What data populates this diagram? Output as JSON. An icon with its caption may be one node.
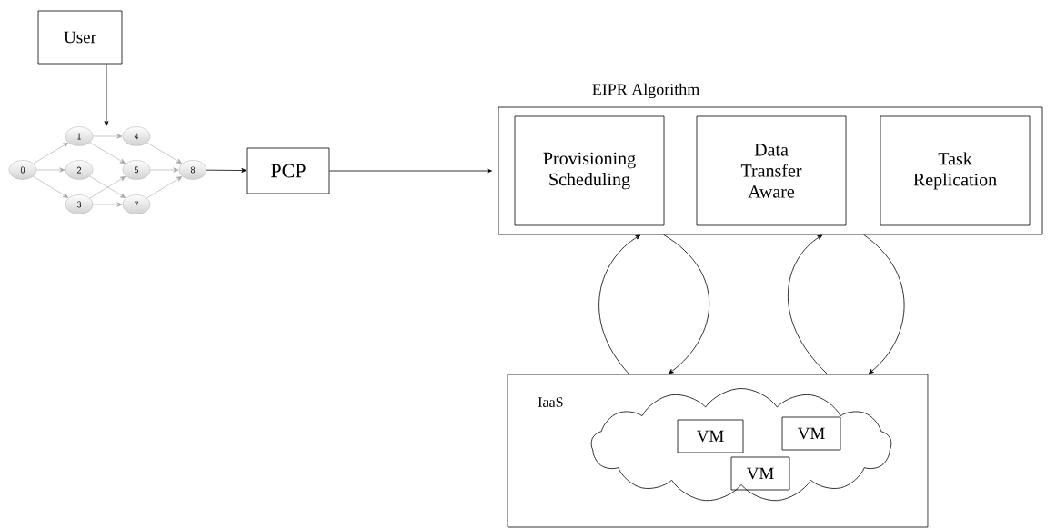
{
  "diagram": {
    "nodes": [
      {
        "text": [
          "User"
        ]
      },
      {
        "text": [
          "0"
        ]
      },
      {
        "text": [
          "1"
        ]
      },
      {
        "text": [
          "2"
        ]
      },
      {
        "text": [
          "3"
        ]
      },
      {
        "text": [
          "4"
        ]
      },
      {
        "text": [
          "5"
        ]
      },
      {
        "text": [
          "7"
        ]
      },
      {
        "text": [
          "8"
        ]
      },
      {
        "text": [
          "PCP"
        ]
      },
      {
        "text": [
          "EIPR Algorithm"
        ]
      },
      {
        "text": [
          "Provisioning Scheduling"
        ],
        "in": 10
      },
      {
        "text": [
          "Data Transfer Aware"
        ],
        "in": 10
      },
      {
        "text": [
          "Task Replication"
        ],
        "in": 10
      },
      {
        "text": [
          "IaaS"
        ]
      },
      {
        "text": [],
        "shape": "cloud",
        "in": 14
      },
      {
        "text": [
          "VM"
        ],
        "in": 15
      },
      {
        "text": [
          "VM"
        ],
        "in": 15
      },
      {
        "text": [
          "VM"
        ],
        "in": 15
      }
    ],
    "edges": [
      {
        "from": 0,
        "to": 2,
        "arrow": "to",
        "color": "#000000"
      },
      {
        "from": 1,
        "to": 2,
        "arrow": "to"
      },
      {
        "from": 1,
        "to": 3,
        "arrow": "to"
      },
      {
        "from": 1,
        "to": 4,
        "arrow": "to"
      },
      {
        "from": 2,
        "to": 5,
        "arrow": "to"
      },
      {
        "from": 2,
        "to": 6,
        "arrow": "to"
      },
      {
        "from": 3,
        "to": 7,
        "arrow": "to"
      },
      {
        "from": 4,
        "to": 6,
        "arrow": "to"
      },
      {
        "from": 4,
        "to": 7,
        "arrow": "to"
      },
      {
        "from": 5,
        "to": 8,
        "arrow": "to"
      },
      {
        "from": 6,
        "to": 8,
        "arrow": "to"
      },
      {
        "from": 7,
        "to": 8,
        "arrow": "to"
      },
      {
        "from": 8,
        "to": 9,
        "arrow": "to",
        "color": "#000000"
      },
      {
        "from": 9,
        "to": 10,
        "arrow": "to",
        "color": "#000000"
      },
      {
        "from": 14,
        "to": 10,
        "arrow": "to",
        "color": "#000000"
      },
      {
        "from": 10,
        "to": 14,
        "arrow": "to",
        "color": "#000000"
      },
      {
        "from": 14,
        "to": 10,
        "arrow": "to",
        "color": "#000000"
      },
      {
        "from": 10,
        "to": 14,
        "arrow": "to",
        "color": "#000000"
      }
    ]
  }
}
